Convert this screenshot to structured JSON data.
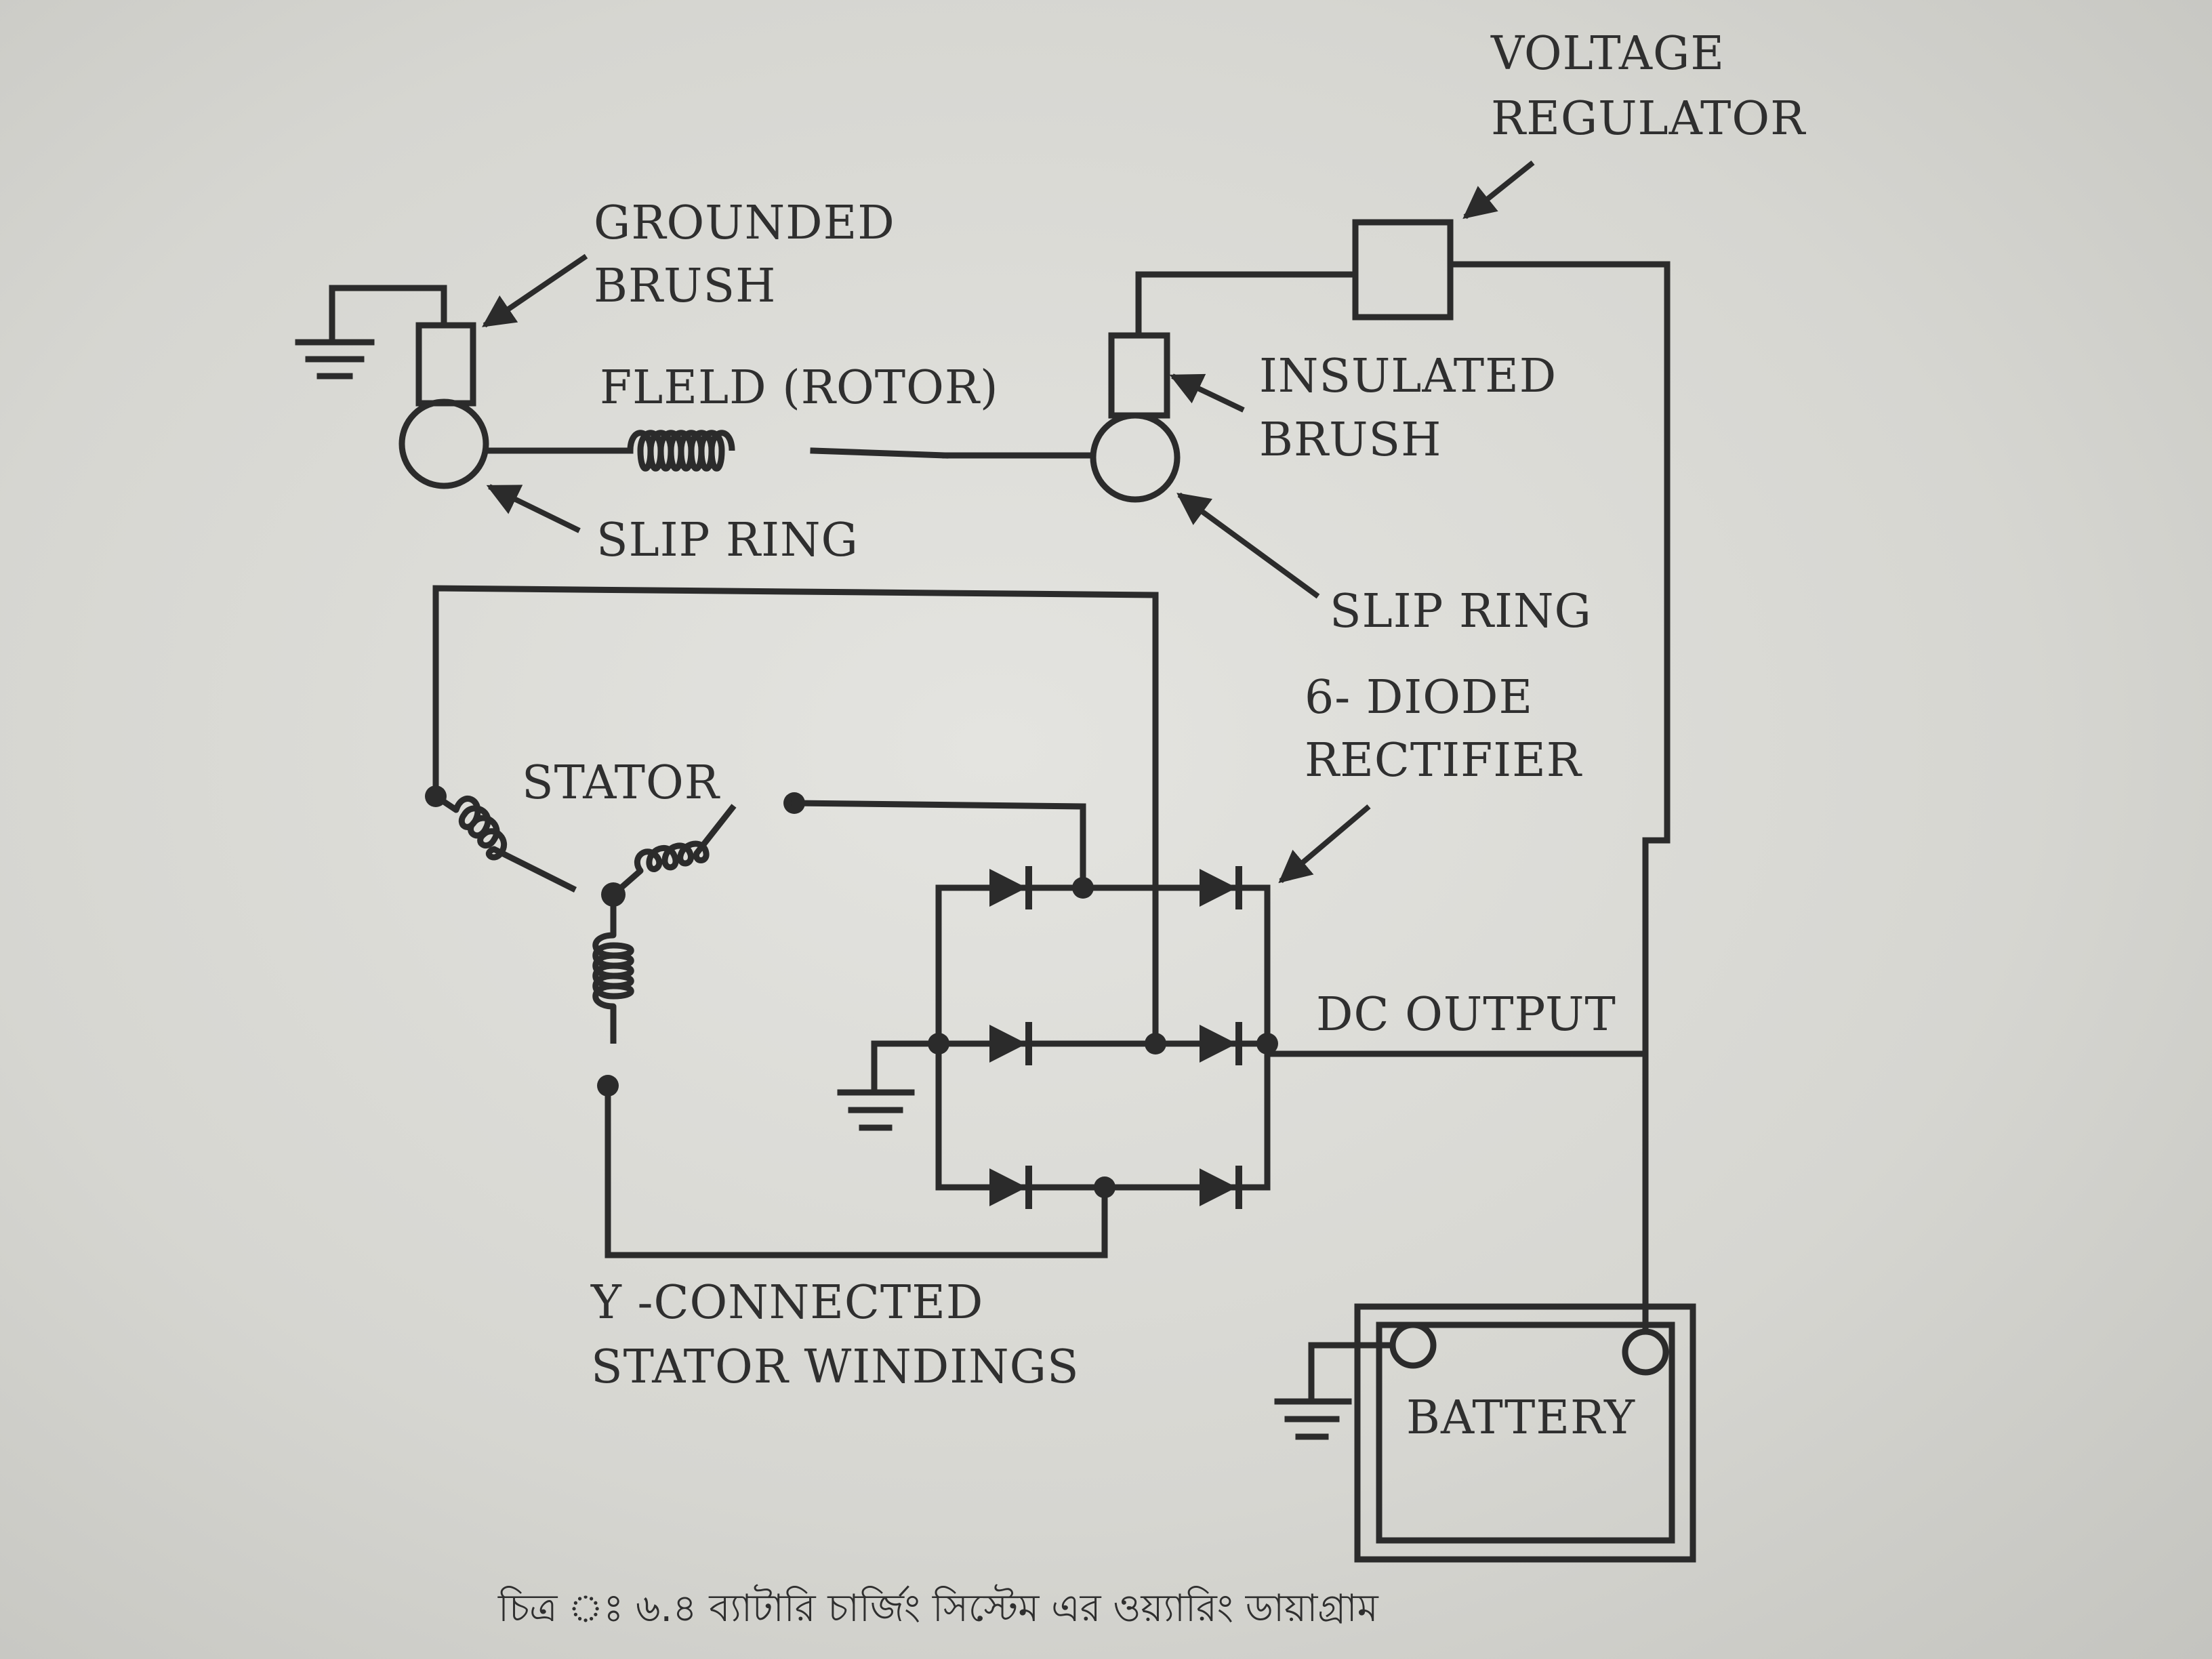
{
  "labels": {
    "voltage_regulator": [
      "VOLTAGE",
      "REGULATOR"
    ],
    "grounded_brush": [
      "GROUNDED",
      "BRUSH"
    ],
    "field_rotor": "FLELD (ROTOR)",
    "insulated_brush": [
      "INSULATED",
      "BRUSH"
    ],
    "slip_ring_left": "SLIP RING",
    "slip_ring_right": "SLIP RING",
    "diode_rectifier": [
      "6- DIODE",
      "RECTIFIER"
    ],
    "stator": "STATOR",
    "dc_output": "DC OUTPUT",
    "y_connected": [
      "Y -CONNECTED",
      "STATOR WINDINGS"
    ],
    "battery": "BATTERY"
  },
  "caption": "চিত্র ঃ ৬.৪ ব্যাটারি চার্জিং সিস্টেম এর ওয়্যারিং ডায়াগ্রাম"
}
